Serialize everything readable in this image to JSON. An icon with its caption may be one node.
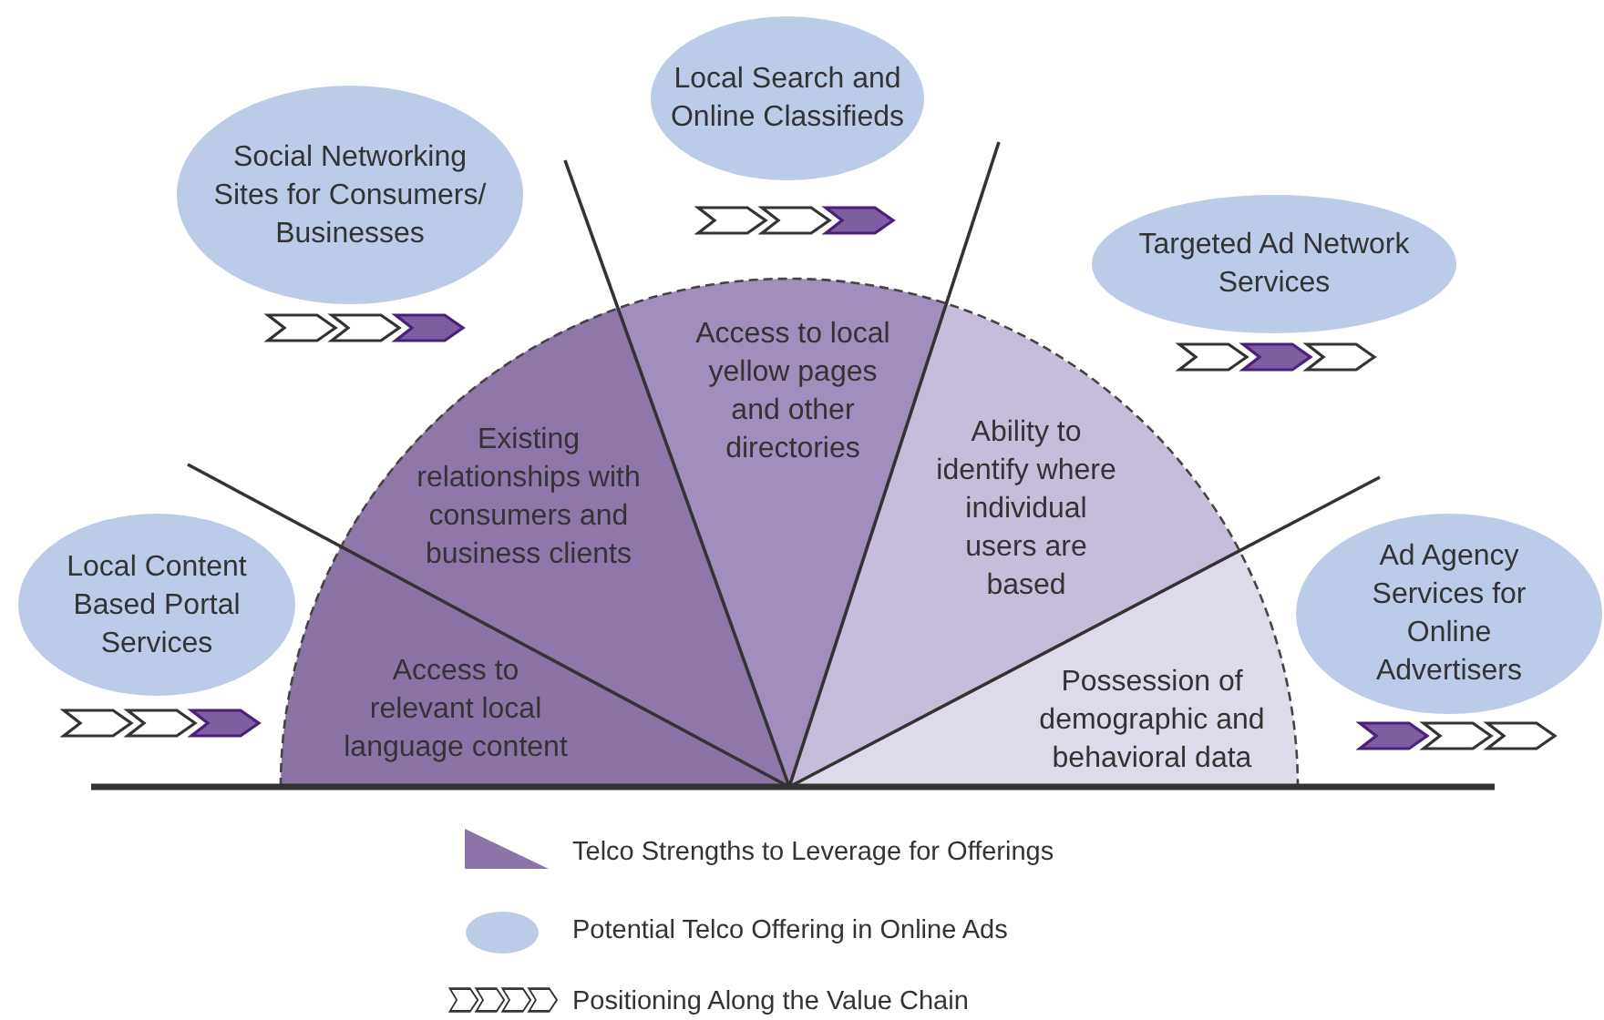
{
  "diagram": {
    "nodes": [
      {
        "text": [
          "Social Networking Sites for Consumers/ Businesses"
        ]
      },
      {
        "text": [
          "Local Search and Online Classifieds"
        ]
      },
      {
        "text": [
          "Targeted Ad Network Services"
        ]
      },
      {
        "text": [
          "Ad Agency Services for Online Advertisers"
        ]
      },
      {
        "text": [
          "Local Content Based Portal Services"
        ]
      },
      {
        "text": [
          "Access to relevant local language content"
        ]
      },
      {
        "text": [
          "Existing relationships with consumers and business clients"
        ]
      },
      {
        "text": [
          "Access to local yellow pages and other directories"
        ]
      },
      {
        "text": [
          "Ability to identify where individual users are based"
        ]
      },
      {
        "text": [
          "Possession of demographic and behavioral data"
        ]
      }
    ],
    "legend": [
      {
        "text": "Telco Strengths to Leverage for Offerings",
        "color": "#8c74a8"
      },
      {
        "text": "Potential Telco Offering in Online Ads",
        "color": "#bccce8"
      },
      {
        "text": "Positioning Along the Value Chain"
      }
    ]
  }
}
